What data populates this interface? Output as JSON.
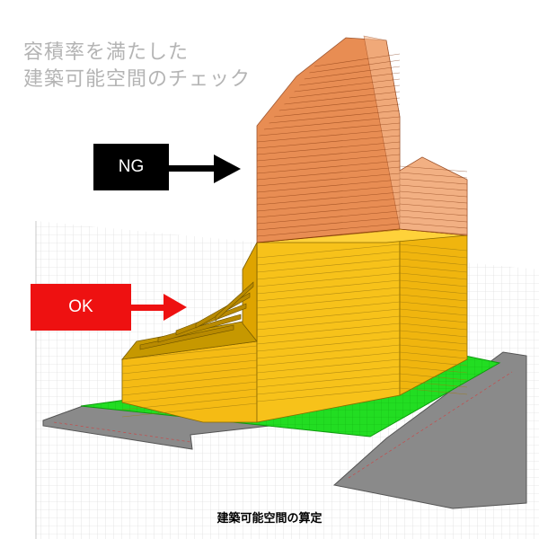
{
  "title": {
    "line1": "容積率を満たした",
    "line2": "建築可能空間のチェック"
  },
  "labels": {
    "ng": "NG",
    "ok": "OK"
  },
  "caption": "建築可能空間の算定",
  "colors": {
    "ng_box": "#000000",
    "ok_box": "#ee1111",
    "ng_volume": "#e8843c",
    "ok_volume": "#f7c21a",
    "site": "#22dd22",
    "road": "#8a8a8a",
    "title_text": "#b4b4b4"
  },
  "icons": [
    "arrow-right-icon"
  ]
}
